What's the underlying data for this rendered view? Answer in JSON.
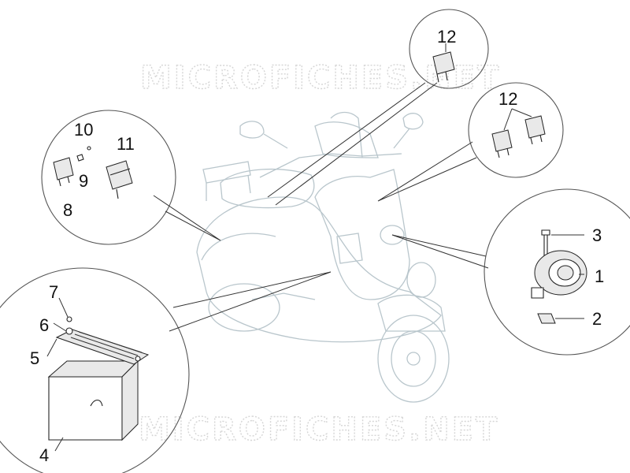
{
  "watermark": {
    "text": "MICROFICHES.NET"
  },
  "part_numbers": {
    "n1": "1",
    "n2": "2",
    "n3": "3",
    "n4": "4",
    "n5": "5",
    "n6": "6",
    "n7": "7",
    "n8": "8",
    "n9": "9",
    "n10": "10",
    "n11": "11",
    "n12a": "12",
    "n12b": "12"
  },
  "colors": {
    "scooter_outline": "#b9c6cc",
    "watermark": "#d6d6d6",
    "ink": "#222222"
  }
}
